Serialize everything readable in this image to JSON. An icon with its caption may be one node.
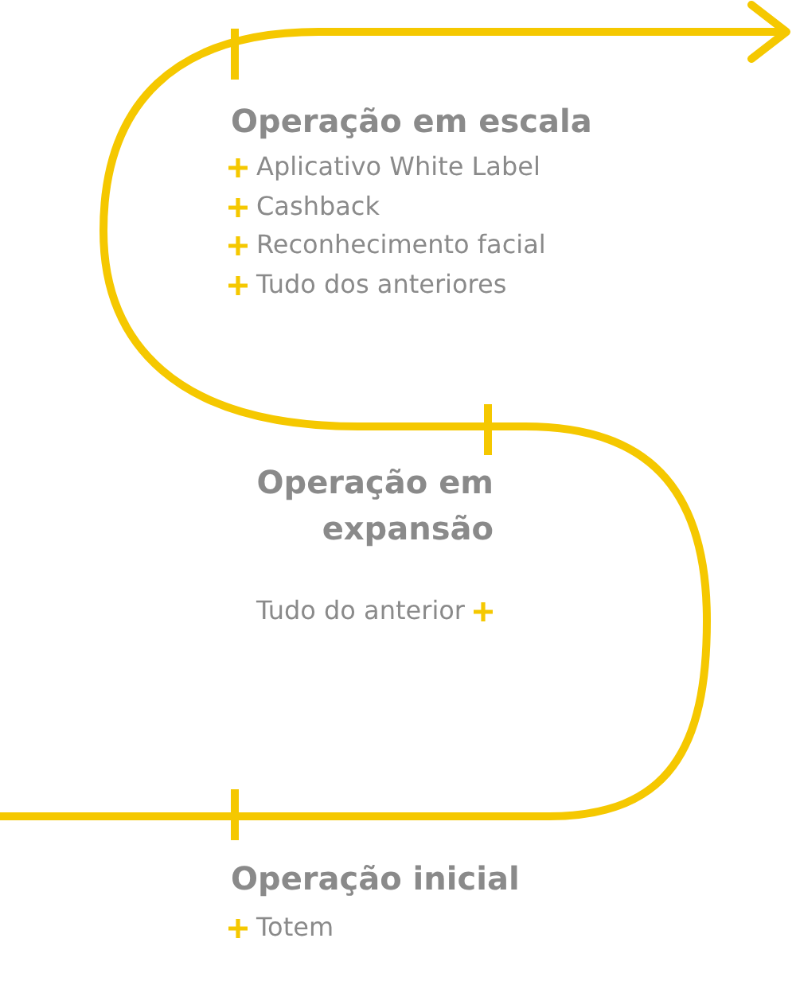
{
  "diagram": {
    "labels": [
      "Operação em escala",
      "Aplicativo White Label",
      "Cashback",
      "Reconhecimento facial",
      "Tudo dos anteriores",
      "Operação em expansão",
      "Tudo do anterior",
      "Operação inicial",
      "Totem"
    ]
  }
}
